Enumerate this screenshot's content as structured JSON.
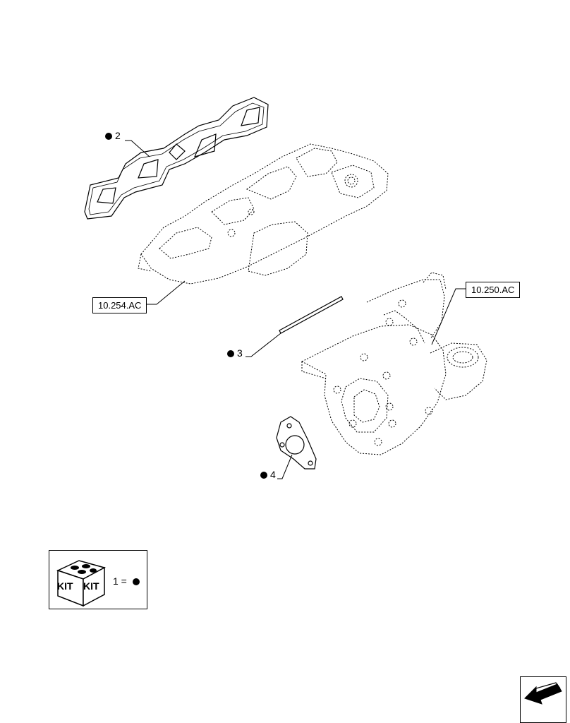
{
  "references": {
    "exhaust_manifold_ref": "10.254.AC",
    "turbocharger_ref": "10.250.AC"
  },
  "callouts": [
    {
      "number": "2"
    },
    {
      "number": "3"
    },
    {
      "number": "4"
    }
  ],
  "kit_legend": {
    "icon_text_left": "KIT",
    "icon_text_right": "KIT",
    "equation": "1 ="
  },
  "navigation": {
    "icon": "arrow-left-icon"
  }
}
